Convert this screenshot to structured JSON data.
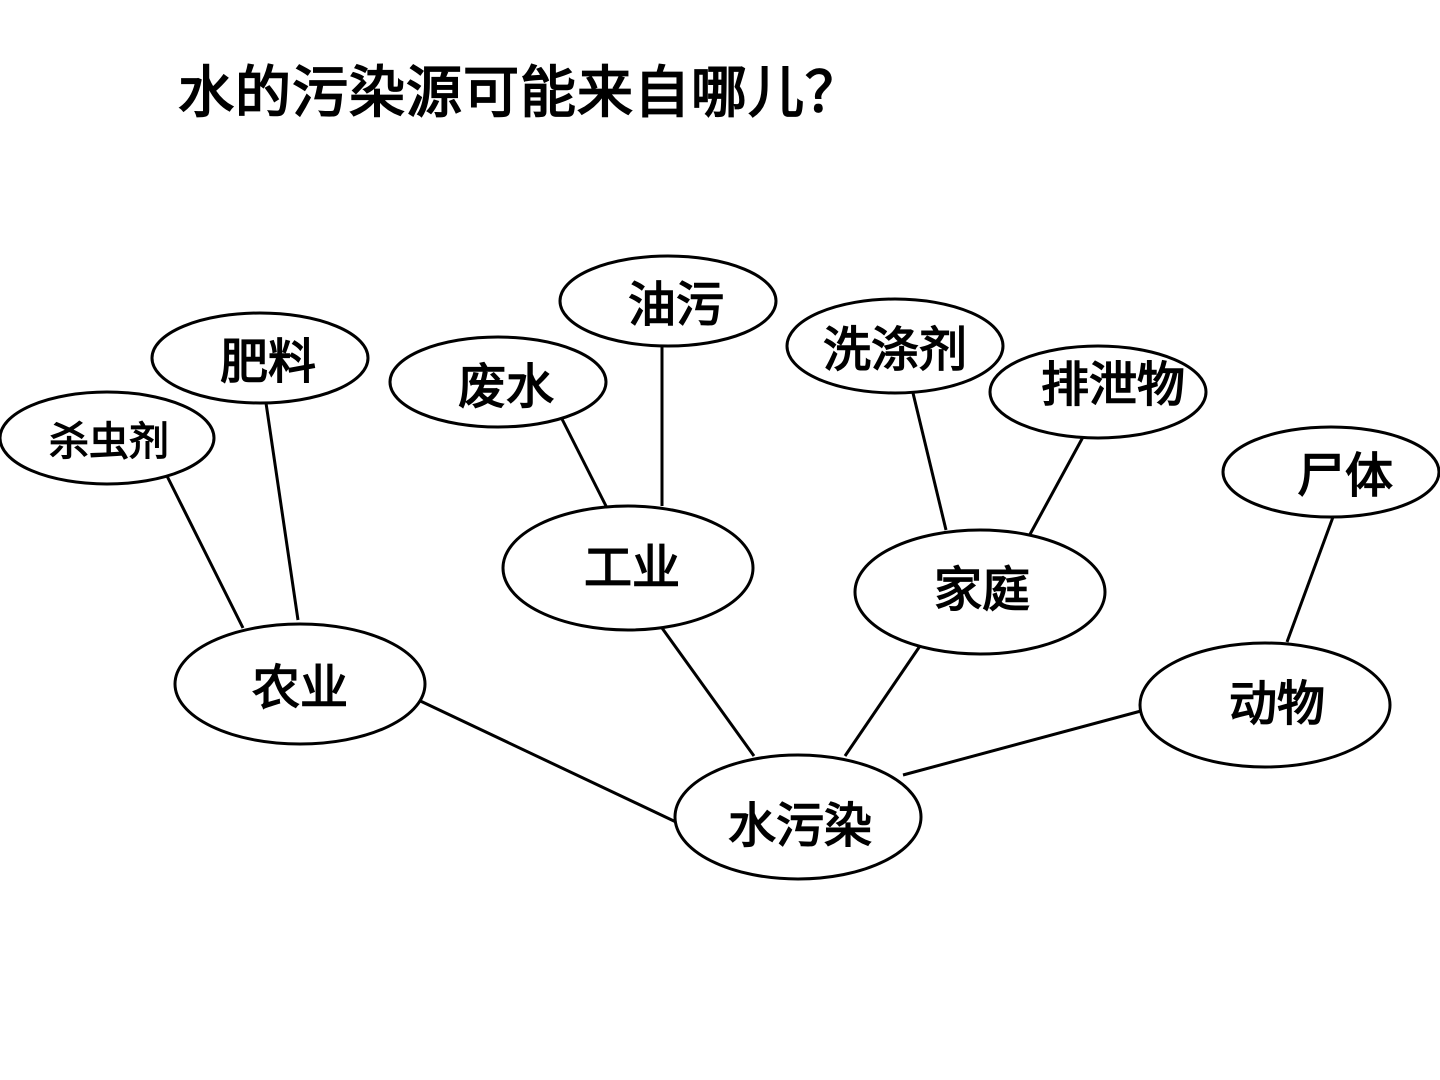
{
  "title": "水的污染源可能来自哪儿？",
  "diagram": {
    "nodes": [
      {
        "id": "water-pollution",
        "label": "水污染"
      },
      {
        "id": "agriculture",
        "label": "农业"
      },
      {
        "id": "industry",
        "label": "工业"
      },
      {
        "id": "household",
        "label": "家庭"
      },
      {
        "id": "animals",
        "label": "动物"
      },
      {
        "id": "pesticide",
        "label": "杀虫剂"
      },
      {
        "id": "fertilizer",
        "label": "肥料"
      },
      {
        "id": "wastewater",
        "label": "废水"
      },
      {
        "id": "oil-stain",
        "label": "油污"
      },
      {
        "id": "detergent",
        "label": "洗涤剂"
      },
      {
        "id": "excrement",
        "label": "排泄物"
      },
      {
        "id": "carcass",
        "label": "尸体"
      }
    ],
    "edges": [
      {
        "from": "water-pollution",
        "to": "agriculture"
      },
      {
        "from": "water-pollution",
        "to": "industry"
      },
      {
        "from": "water-pollution",
        "to": "household"
      },
      {
        "from": "water-pollution",
        "to": "animals"
      },
      {
        "from": "agriculture",
        "to": "pesticide"
      },
      {
        "from": "agriculture",
        "to": "fertilizer"
      },
      {
        "from": "industry",
        "to": "wastewater"
      },
      {
        "from": "industry",
        "to": "oil-stain"
      },
      {
        "from": "household",
        "to": "detergent"
      },
      {
        "from": "household",
        "to": "excrement"
      },
      {
        "from": "animals",
        "to": "carcass"
      }
    ]
  }
}
